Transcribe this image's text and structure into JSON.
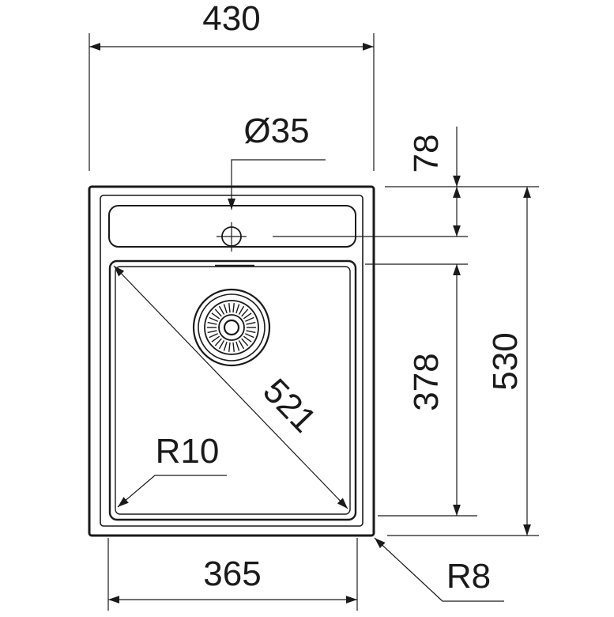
{
  "dimensions": {
    "overall_width": "430",
    "tap_hole_diameter": "Ø35",
    "tap_hole_offset": "78",
    "bowl_depth": "378",
    "overall_depth": "530",
    "bowl_diagonal": "521",
    "inner_radius": "R10",
    "bowl_width": "365",
    "outer_radius": "R8"
  },
  "colors": {
    "line": "#1a1a1a",
    "background": "#ffffff"
  }
}
